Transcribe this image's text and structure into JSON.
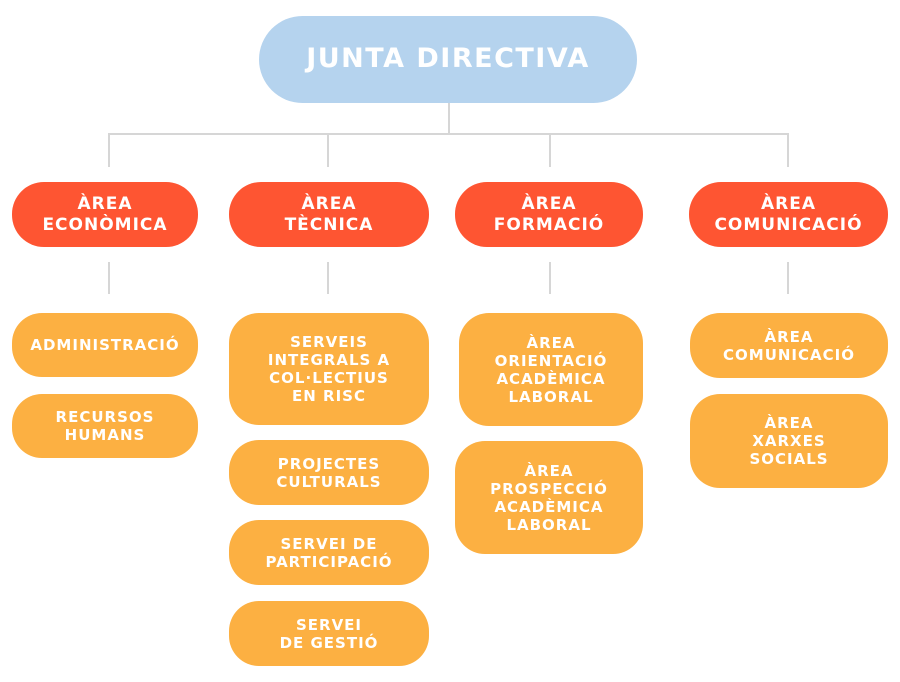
{
  "root": {
    "label": "JUNTA DIRECTIVA"
  },
  "colors": {
    "root": "#b5d3ee",
    "area": "#fe5532",
    "unit": "#fcb042",
    "connector": "#d6d6d6",
    "text": "#ffffff"
  },
  "areas": [
    {
      "label": "ÀREA\nECONÒMICA",
      "units": [
        "ADMINISTRACIÓ",
        "RECURSOS\nHUMANS"
      ]
    },
    {
      "label": "ÀREA\nTÈCNICA",
      "units": [
        "SERVEIS\nINTEGRALS A\nCOL·LECTIUS\nEN RISC",
        "PROJECTES\nCULTURALS",
        "SERVEI DE\nPARTICIPACIÓ",
        "SERVEI\nDE GESTIÓ"
      ]
    },
    {
      "label": "ÀREA\nFORMACIÓ",
      "units": [
        "ÀREA\nORIENTACIÓ\nACADÈMICA\nLABORAL",
        "ÀREA\nPROSPECCIÓ\nACADÈMICA\nLABORAL"
      ]
    },
    {
      "label": "ÀREA\nCOMUNICACIÓ",
      "units": [
        "ÀREA\nCOMUNICACIÓ",
        "ÀREA\nXARXES\nSOCIALS"
      ]
    }
  ]
}
